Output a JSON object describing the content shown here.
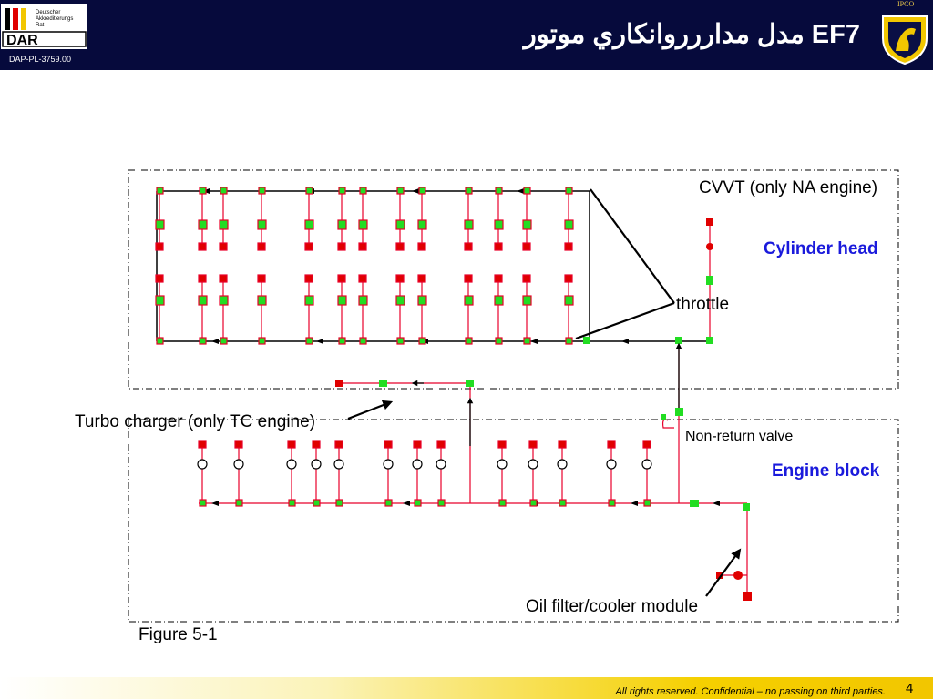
{
  "header": {
    "title": "مدل مداررروانکاري موتور EF7",
    "doc_code": "DAP-PL-3759.00",
    "logo_text": "Deutscher Akkreditierungs Rat DAR",
    "brand": "IPCO",
    "bg_color": "#060a3c"
  },
  "diagram": {
    "labels": {
      "cvvt": "CVVT (only NA engine)",
      "cylinder_head": "Cylinder head",
      "throttle": "throttle",
      "turbo": "Turbo charger (only TC engine)",
      "non_return": "Non-return valve",
      "engine_block": "Engine block",
      "oil_filter": "Oil filter/cooler module",
      "figure": "Figure 5-1"
    },
    "colors": {
      "pipe": "#e8002a",
      "node_green": "#22dd22",
      "node_red": "#e00000",
      "region_label": "#1a1adc"
    }
  },
  "footer": {
    "text": "All rights reserved. Confidential – no passing on third parties.",
    "page": "4"
  }
}
